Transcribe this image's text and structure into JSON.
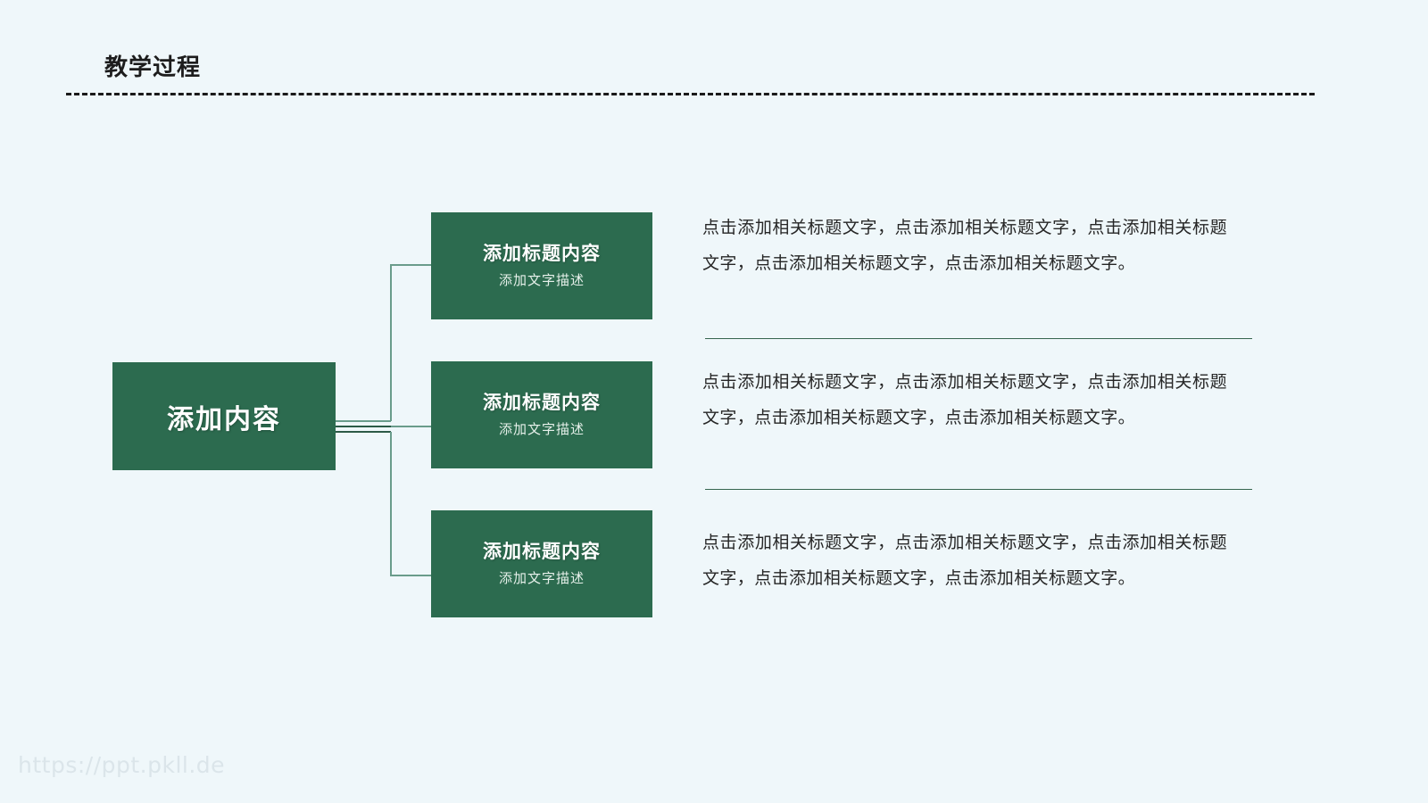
{
  "header": {
    "title": "教学过程"
  },
  "diagram": {
    "root": {
      "label": "添加内容"
    },
    "branches": [
      {
        "title": "添加标题内容",
        "subtitle": "添加文字描述",
        "description": "点击添加相关标题文字，点击添加相关标题文字，点击添加相关标题文字，点击添加相关标题文字，点击添加相关标题文字。"
      },
      {
        "title": "添加标题内容",
        "subtitle": "添加文字描述",
        "description": "点击添加相关标题文字，点击添加相关标题文字，点击添加相关标题文字，点击添加相关标题文字，点击添加相关标题文字。"
      },
      {
        "title": "添加标题内容",
        "subtitle": "添加文字描述",
        "description": "点击添加相关标题文字，点击添加相关标题文字，点击添加相关标题文字，点击添加相关标题文字，点击添加相关标题文字。"
      }
    ]
  },
  "footer": {
    "watermark": "https://ppt.pkll.de"
  },
  "colors": {
    "background": "#eff7fa",
    "node_green": "#2c6b4f",
    "connector": "#6a9c8b",
    "connector_dark": "#2c5a47",
    "divider": "#36654f",
    "title_text": "#1d1d1d",
    "body_text": "#262626",
    "watermark_text": "#dbe5ea"
  }
}
